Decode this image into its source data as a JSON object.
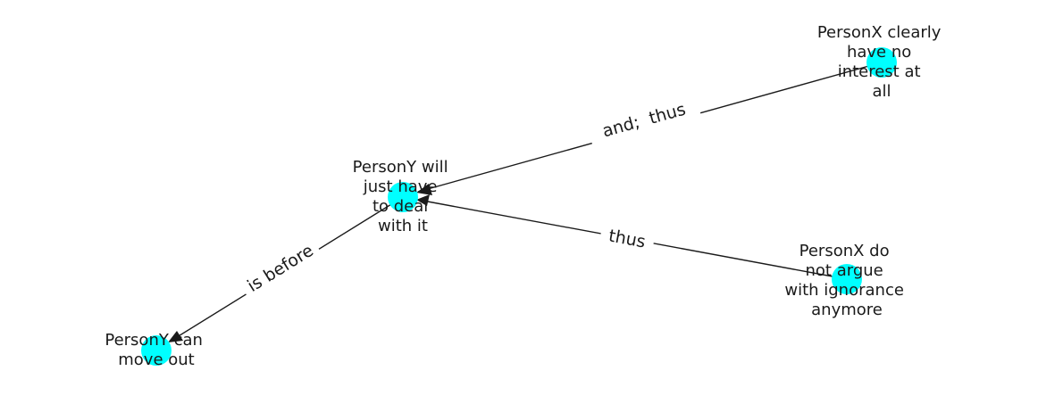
{
  "colors": {
    "node": "#00ffff",
    "edge": "#1a1a1a",
    "text": "#1a1a1a"
  },
  "nodes": [
    {
      "id": "n1",
      "lines": [
        "PersonX clearly",
        "have no",
        "interest at",
        "all"
      ]
    },
    {
      "id": "n2",
      "lines": [
        "PersonY will",
        "just have",
        "to deal",
        "with it"
      ]
    },
    {
      "id": "n3",
      "lines": [
        "PersonX do",
        "not argue",
        "with ignorance",
        "anymore"
      ]
    },
    {
      "id": "n4",
      "lines": [
        "PersonY can",
        "move out"
      ]
    }
  ],
  "edges": [
    {
      "id": "e1",
      "from": "n1",
      "to": "n2",
      "label": "and;  thus"
    },
    {
      "id": "e2",
      "from": "n3",
      "to": "n2",
      "label": "thus"
    },
    {
      "id": "e3",
      "from": "n2",
      "to": "n4",
      "label": "is before"
    }
  ]
}
